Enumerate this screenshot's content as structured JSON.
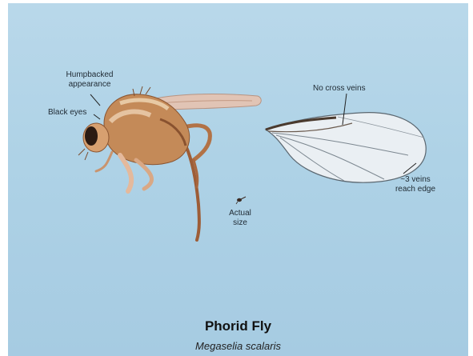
{
  "labels": {
    "humpbacked": [
      "Humpbacked",
      "appearance"
    ],
    "black_eyes": "Black eyes",
    "no_cross_veins": "No cross veins",
    "three_veins": [
      "~3 veins",
      "reach edge"
    ],
    "actual_size": [
      "Actual",
      "size"
    ]
  },
  "title": "Phorid Fly",
  "subtitle": "Megaselia scalaris",
  "colors": {
    "background": "#aed2e6",
    "fly_body": "#b7784a",
    "wing": "#e9eef2"
  }
}
